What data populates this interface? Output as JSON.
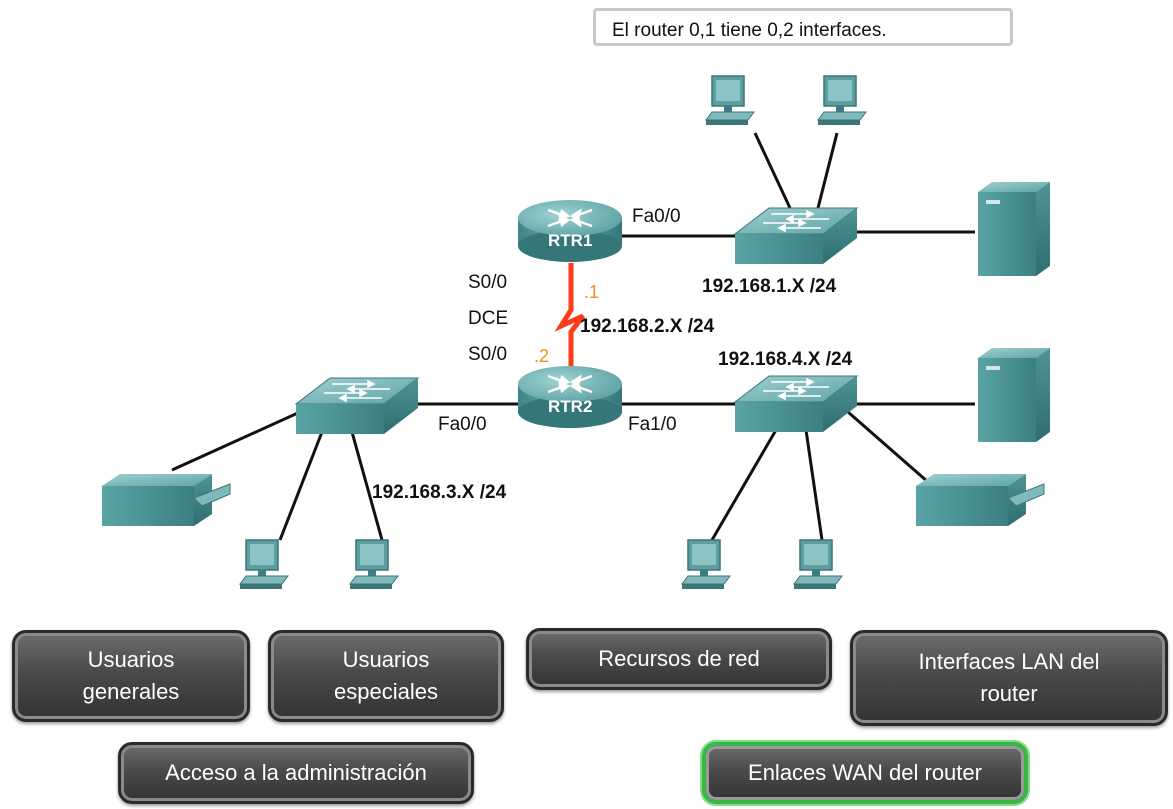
{
  "info_text": "El router 0,1 tiene 0,2 interfaces.",
  "routers": {
    "rtr1": "RTR1",
    "rtr2": "RTR2"
  },
  "interfaces": {
    "rtr1_fa": "Fa0/0",
    "rtr1_serial": "S0/0",
    "dce": "DCE",
    "rtr2_serial": "S0/0",
    "rtr2_fa0": "Fa0/0",
    "rtr2_fa1": "Fa1/0"
  },
  "host_octets": {
    "rtr1": ".1",
    "rtr2": ".2"
  },
  "networks": {
    "net1": "192.168.1.X /24",
    "net2": "192.168.2.X /24",
    "net3": "192.168.3.X /24",
    "net4": "192.168.4.X /24"
  },
  "buttons": {
    "usuarios_generales": "Usuarios\ngenerales",
    "usuarios_especiales": "Usuarios\nespeciales",
    "recursos_red": "Recursos de red",
    "interfaces_lan": "Interfaces LAN del\nrouter",
    "acceso_admin": "Acceso a la administración",
    "enlaces_wan": "Enlaces WAN del router"
  },
  "colors": {
    "device_teal": "#4f9a9c",
    "wan_link": "#ff3b1a",
    "octet": "#f0901a",
    "active_border": "#3bb44a"
  }
}
